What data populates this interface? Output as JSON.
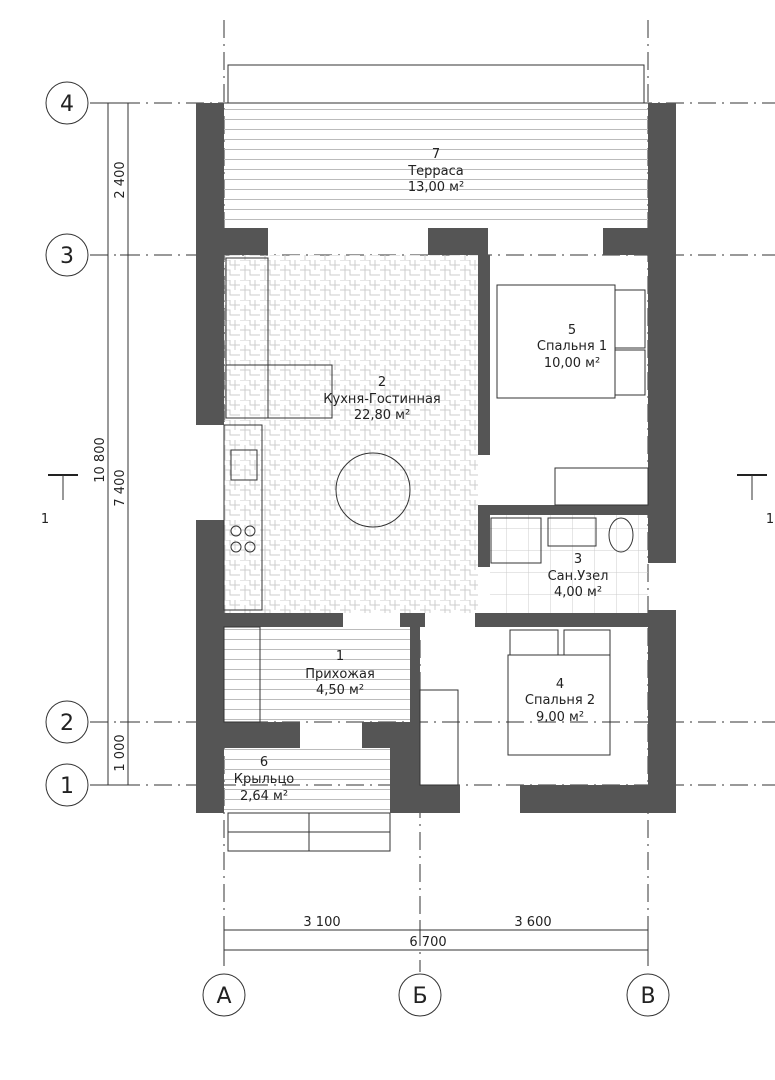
{
  "rooms": [
    {
      "num": "1",
      "name": "Прихожая",
      "area": "4,50 м²"
    },
    {
      "num": "2",
      "name": "Кухня-Гостинная",
      "area": "22,80 м²"
    },
    {
      "num": "3",
      "name": "Сан.Узел",
      "area": "4,00 м²"
    },
    {
      "num": "4",
      "name": "Спальня 2",
      "area": "9,00 м²"
    },
    {
      "num": "5",
      "name": "Спальня 1",
      "area": "10,00 м²"
    },
    {
      "num": "6",
      "name": "Крыльцо",
      "area": "2,64 м²"
    },
    {
      "num": "7",
      "name": "Терраса",
      "area": "13,00 м²"
    }
  ],
  "axes": {
    "horizontal": [
      "4",
      "3",
      "2",
      "1"
    ],
    "vertical": [
      "А",
      "Б",
      "В"
    ]
  },
  "dimensions": {
    "left_outer": "10 800",
    "left_segments": [
      "2 400",
      "7 400",
      "1 000"
    ],
    "bottom_segments": [
      "3 100",
      "3 600"
    ],
    "bottom_total": "6 700"
  },
  "section": {
    "left": "1",
    "right": "1"
  }
}
